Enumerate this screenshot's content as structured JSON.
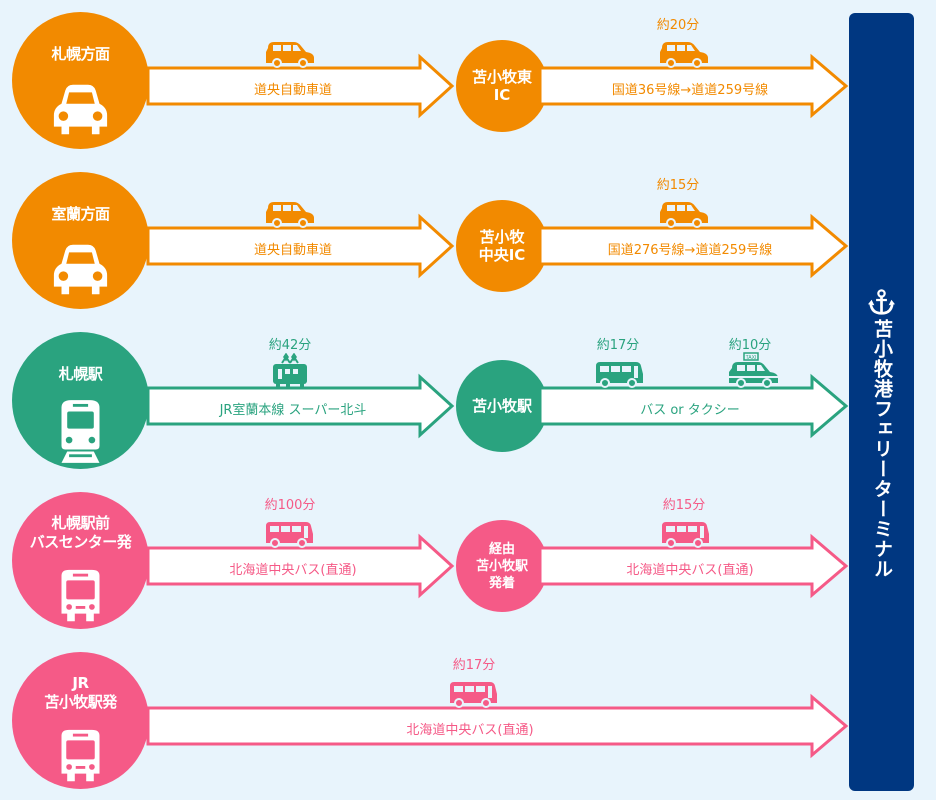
{
  "colors": {
    "car": "#f28a00",
    "train": "#2aa37f",
    "bus": "#f55a87",
    "terminal": "#003781",
    "background": "#e8f4fc"
  },
  "terminal": {
    "icon": "anchor-icon",
    "name": "苫小牧港フェリーターミナル"
  },
  "routes": [
    {
      "origin": "札幌方面",
      "origin_icon": "car-icon",
      "leg1": {
        "label": "道央自動車道",
        "time": "",
        "icon": "car-icon"
      },
      "via": "苫小牧東\nIC",
      "leg2": {
        "label": "国道36号線→道道259号線",
        "time": "約20分",
        "icon": "car-icon"
      }
    },
    {
      "origin": "室蘭方面",
      "origin_icon": "car-icon",
      "leg1": {
        "label": "道央自動車道",
        "time": "",
        "icon": "car-icon"
      },
      "via": "苫小牧\n中央IC",
      "leg2": {
        "label": "国道276号線→道道259号線",
        "time": "約15分",
        "icon": "car-icon"
      }
    },
    {
      "origin": "札幌駅",
      "origin_icon": "train-icon",
      "leg1": {
        "label": "JR室蘭本線 スーパー北斗",
        "time": "約42分",
        "icon": "train-icon"
      },
      "via": "苫小牧駅",
      "leg2": {
        "label": "バス or タクシー",
        "time_bus": "約17分",
        "time_taxi": "約10分",
        "icon_bus": "bus-icon",
        "icon_taxi": "taxi-icon"
      }
    },
    {
      "origin": "札幌駅前\nバスセンター発",
      "origin_icon": "bus-icon",
      "leg1": {
        "label": "北海道中央バス(直通)",
        "time": "約100分",
        "icon": "bus-icon"
      },
      "via": "経由\n苫小牧駅\n発着",
      "leg2": {
        "label": "北海道中央バス(直通)",
        "time": "約15分",
        "icon": "bus-icon"
      }
    },
    {
      "origin": "JR\n苫小牧駅発",
      "origin_icon": "bus-icon",
      "leg1": {
        "label": "北海道中央バス(直通)",
        "time": "約17分",
        "icon": "bus-icon"
      }
    }
  ]
}
